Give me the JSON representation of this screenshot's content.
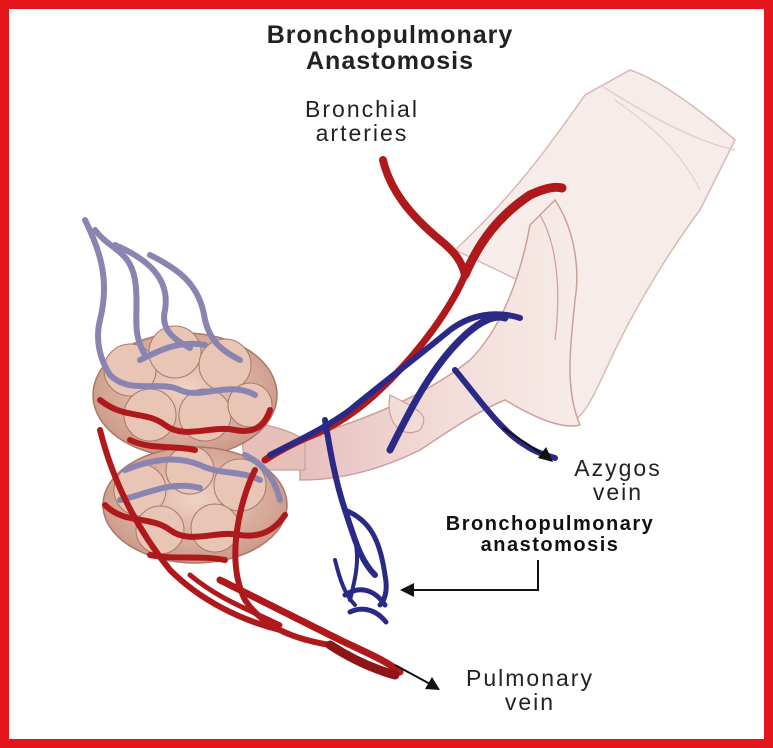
{
  "title": {
    "line1": "Bronchopulmonary",
    "line2": "Anastomosis"
  },
  "labels": {
    "bronchial_arteries": {
      "line1": "Bronchial",
      "line2": "arteries"
    },
    "azygos_vein": {
      "line1": "Azygos",
      "line2": "vein"
    },
    "bronchopulmonary_anastomosis": {
      "line1": "Bronchopulmonary",
      "line2": "anastomosis"
    },
    "pulmonary_vein": {
      "line1": "Pulmonary",
      "line2": "vein"
    }
  },
  "colors": {
    "border": "#e4161b",
    "artery": "#b0191c",
    "vein_dark": "#2a2a86",
    "vein_light": "#7f7aa8",
    "bronchus": "#ecc9c6",
    "alveoli": "#e3b7a8"
  }
}
